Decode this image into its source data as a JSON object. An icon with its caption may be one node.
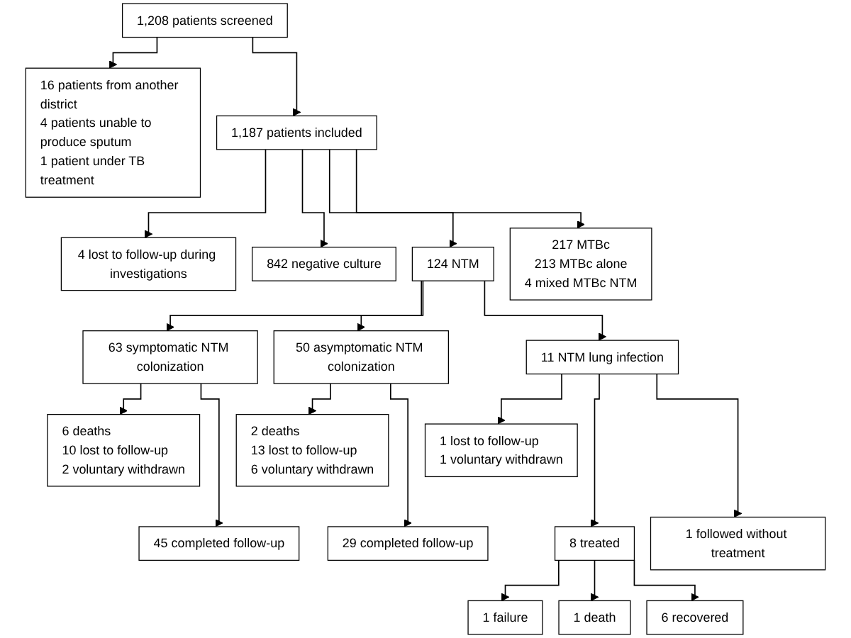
{
  "diagram": {
    "nodes": [
      {
        "text": [
          "1,208 patients screened"
        ]
      },
      {
        "text": [
          "16 patients from another district",
          "4 patients unable to produce sputum",
          "1 patient under TB treatment"
        ]
      },
      {
        "text": [
          "1,187 patients included"
        ]
      },
      {
        "text": [
          "4 lost to follow-up during investigations"
        ]
      },
      {
        "text": [
          "842 negative culture"
        ]
      },
      {
        "text": [
          "124 NTM"
        ]
      },
      {
        "text": [
          "217 MTBc",
          "213 MTBc alone",
          "4 mixed MTBc NTM"
        ]
      },
      {
        "text": [
          "63 symptomatic NTM colonization"
        ]
      },
      {
        "text": [
          "50 asymptomatic NTM colonization"
        ]
      },
      {
        "text": [
          "11 NTM lung infection"
        ]
      },
      {
        "text": [
          "1 lost to follow-up",
          "1 voluntary withdrawn"
        ]
      },
      {
        "text": [
          "6 deaths",
          "10 lost to follow-up",
          "2 voluntary withdrawn"
        ]
      },
      {
        "text": [
          "2 deaths",
          "13 lost to follow-up",
          "6 voluntary withdrawn"
        ]
      },
      {
        "text": [
          "45 completed follow-up"
        ]
      },
      {
        "text": [
          "29 completed follow-up"
        ]
      },
      {
        "text": [
          "8 treated"
        ]
      },
      {
        "text": [
          "1 followed without treatment"
        ]
      },
      {
        "text": [
          "1 failure"
        ]
      },
      {
        "text": [
          "1 death"
        ]
      },
      {
        "text": [
          "6 recovered"
        ]
      }
    ],
    "edges": [
      {
        "from": 0,
        "to": 1,
        "arrow": "to"
      },
      {
        "from": 0,
        "to": 2,
        "arrow": "to"
      },
      {
        "from": 2,
        "to": 3,
        "arrow": "to"
      },
      {
        "from": 2,
        "to": 4,
        "arrow": "to"
      },
      {
        "from": 2,
        "to": 5,
        "arrow": "to"
      },
      {
        "from": 2,
        "to": 6,
        "arrow": "to"
      },
      {
        "from": 5,
        "to": 7,
        "arrow": "to"
      },
      {
        "from": 5,
        "to": 8,
        "arrow": "to"
      },
      {
        "from": 5,
        "to": 9,
        "arrow": "to"
      },
      {
        "from": 7,
        "to": 11,
        "arrow": "to"
      },
      {
        "from": 7,
        "to": 13,
        "arrow": "to"
      },
      {
        "from": 8,
        "to": 12,
        "arrow": "to"
      },
      {
        "from": 8,
        "to": 14,
        "arrow": "to"
      },
      {
        "from": 9,
        "to": 10,
        "arrow": "to"
      },
      {
        "from": 9,
        "to": 15,
        "arrow": "to"
      },
      {
        "from": 9,
        "to": 16,
        "arrow": "to"
      },
      {
        "from": 15,
        "to": 17,
        "arrow": "to"
      },
      {
        "from": 15,
        "to": 18,
        "arrow": "to"
      },
      {
        "from": 15,
        "to": 19,
        "arrow": "to"
      }
    ]
  }
}
